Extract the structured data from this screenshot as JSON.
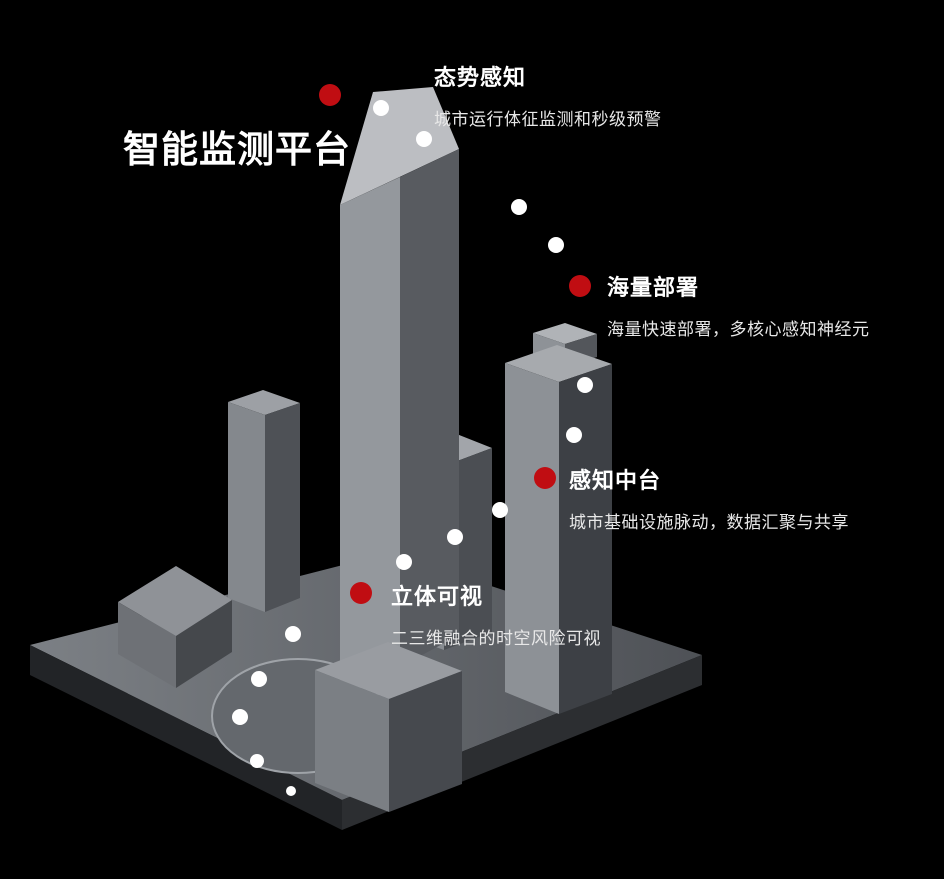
{
  "page": {
    "title": "智能监测平台"
  },
  "colors": {
    "background": "#000000",
    "marker_red": "#c00d12",
    "path_dot_white": "#ffffff",
    "building_light_face": "#94989d",
    "building_dark_face": "#3d4045",
    "platform_gray": "#6b6f74"
  },
  "annotations": [
    {
      "label": "态势感知",
      "description": "城市运行体征监测和秒级预警"
    },
    {
      "label": "海量部署",
      "description": "海量快速部署，多核心感知神经元"
    },
    {
      "label": "感知中台",
      "description": "城市基础设施脉动，数据汇聚与共享"
    },
    {
      "label": "立体可视",
      "description": "二三维融合的时空风险可视"
    }
  ]
}
